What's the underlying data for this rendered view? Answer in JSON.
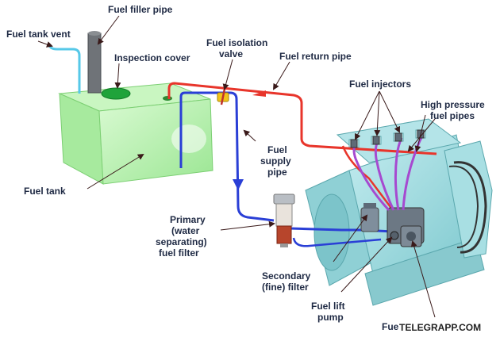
{
  "labels": {
    "fuel_filler_pipe": "Fuel filler pipe",
    "fuel_tank_vent": "Fuel tank vent",
    "inspection_cover": "Inspection cover",
    "fuel_isolation_valve_1": "Fuel isolation",
    "fuel_isolation_valve_2": "valve",
    "fuel_return_pipe": "Fuel return pipe",
    "fuel_injectors": "Fuel injectors",
    "high_pressure_1": "High pressure",
    "high_pressure_2": "fuel pipes",
    "fuel_supply_1": "Fuel",
    "fuel_supply_2": "supply",
    "fuel_supply_3": "pipe",
    "fuel_tank": "Fuel tank",
    "primary_1": "Primary",
    "primary_2": "(water",
    "primary_3": "separating)",
    "primary_4": "fuel filter",
    "secondary_1": "Secondary",
    "secondary_2": "(fine) filter",
    "lift_pump_1": "Fuel lift",
    "lift_pump_2": "pump",
    "injection_pump_partial": "Fue"
  },
  "watermark": "TELEGRAPP.COM",
  "colors": {
    "return_pipe": "#e8352b",
    "supply_pipe": "#2a3fd6",
    "vent_pipe": "#56c8e8",
    "tank": "#b8f0b0",
    "engine": "#9ad8dc",
    "high_pressure": "#a64ad0"
  }
}
